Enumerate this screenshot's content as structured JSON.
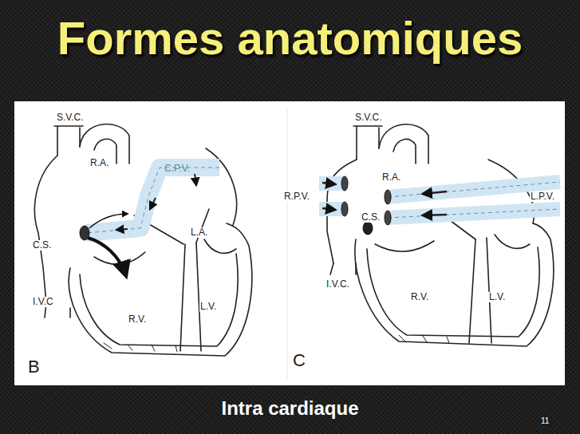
{
  "diagram": {
    "title": "Formes anatomiques",
    "caption": "Intra cardiaque",
    "nodes": [
      {
        "text": [
          "C.P.V."
        ]
      }
    ],
    "labels": [
      "S.V.C.",
      "R.A.",
      "C.S.",
      "L.A.",
      "I.V.C",
      "R.V.",
      "L.V.",
      "B",
      "S.V.C.",
      "R.A.",
      "L.P.V.",
      "R.P.V.",
      "C.S.",
      "I.V.C.",
      "R.V.",
      "L.V.",
      "C",
      "11"
    ]
  }
}
